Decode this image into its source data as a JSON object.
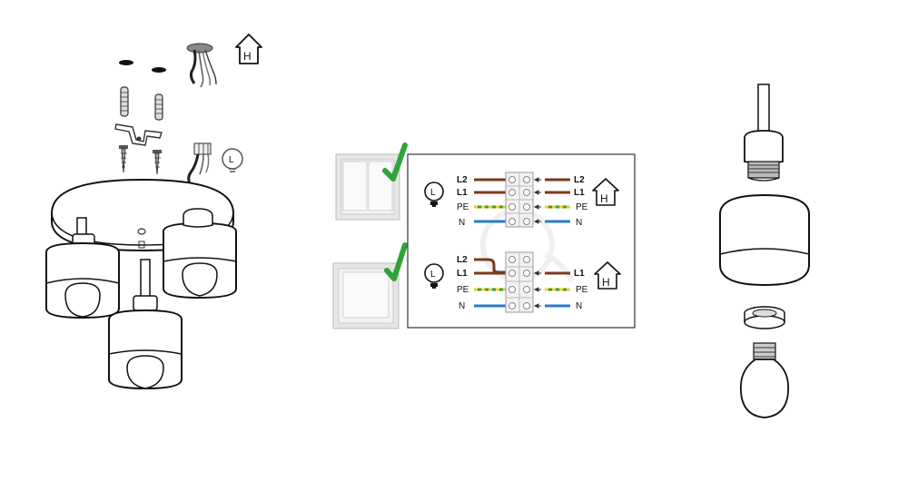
{
  "mounting": {
    "house_icon_letter": "H",
    "lamp_icon_letter": "L"
  },
  "wiring": {
    "double_switch": {
      "house_icon_letter": "H",
      "lamp_icon_letter": "L",
      "left_labels": [
        "L2",
        "L1",
        "PE",
        "N"
      ],
      "right_labels": [
        "L2",
        "L1",
        "PE",
        "N"
      ]
    },
    "single_switch": {
      "house_icon_letter": "H",
      "lamp_icon_letter": "L",
      "left_labels": [
        "L2",
        "L1",
        "PE",
        "N"
      ],
      "right_labels": [
        "L1",
        "PE",
        "N"
      ]
    },
    "colors": {
      "brown": "#7a3a1c",
      "green": "#3f9a3a",
      "yellow": "#f0d020",
      "blue": "#2a7cc7",
      "check": "#2ea33a"
    }
  }
}
